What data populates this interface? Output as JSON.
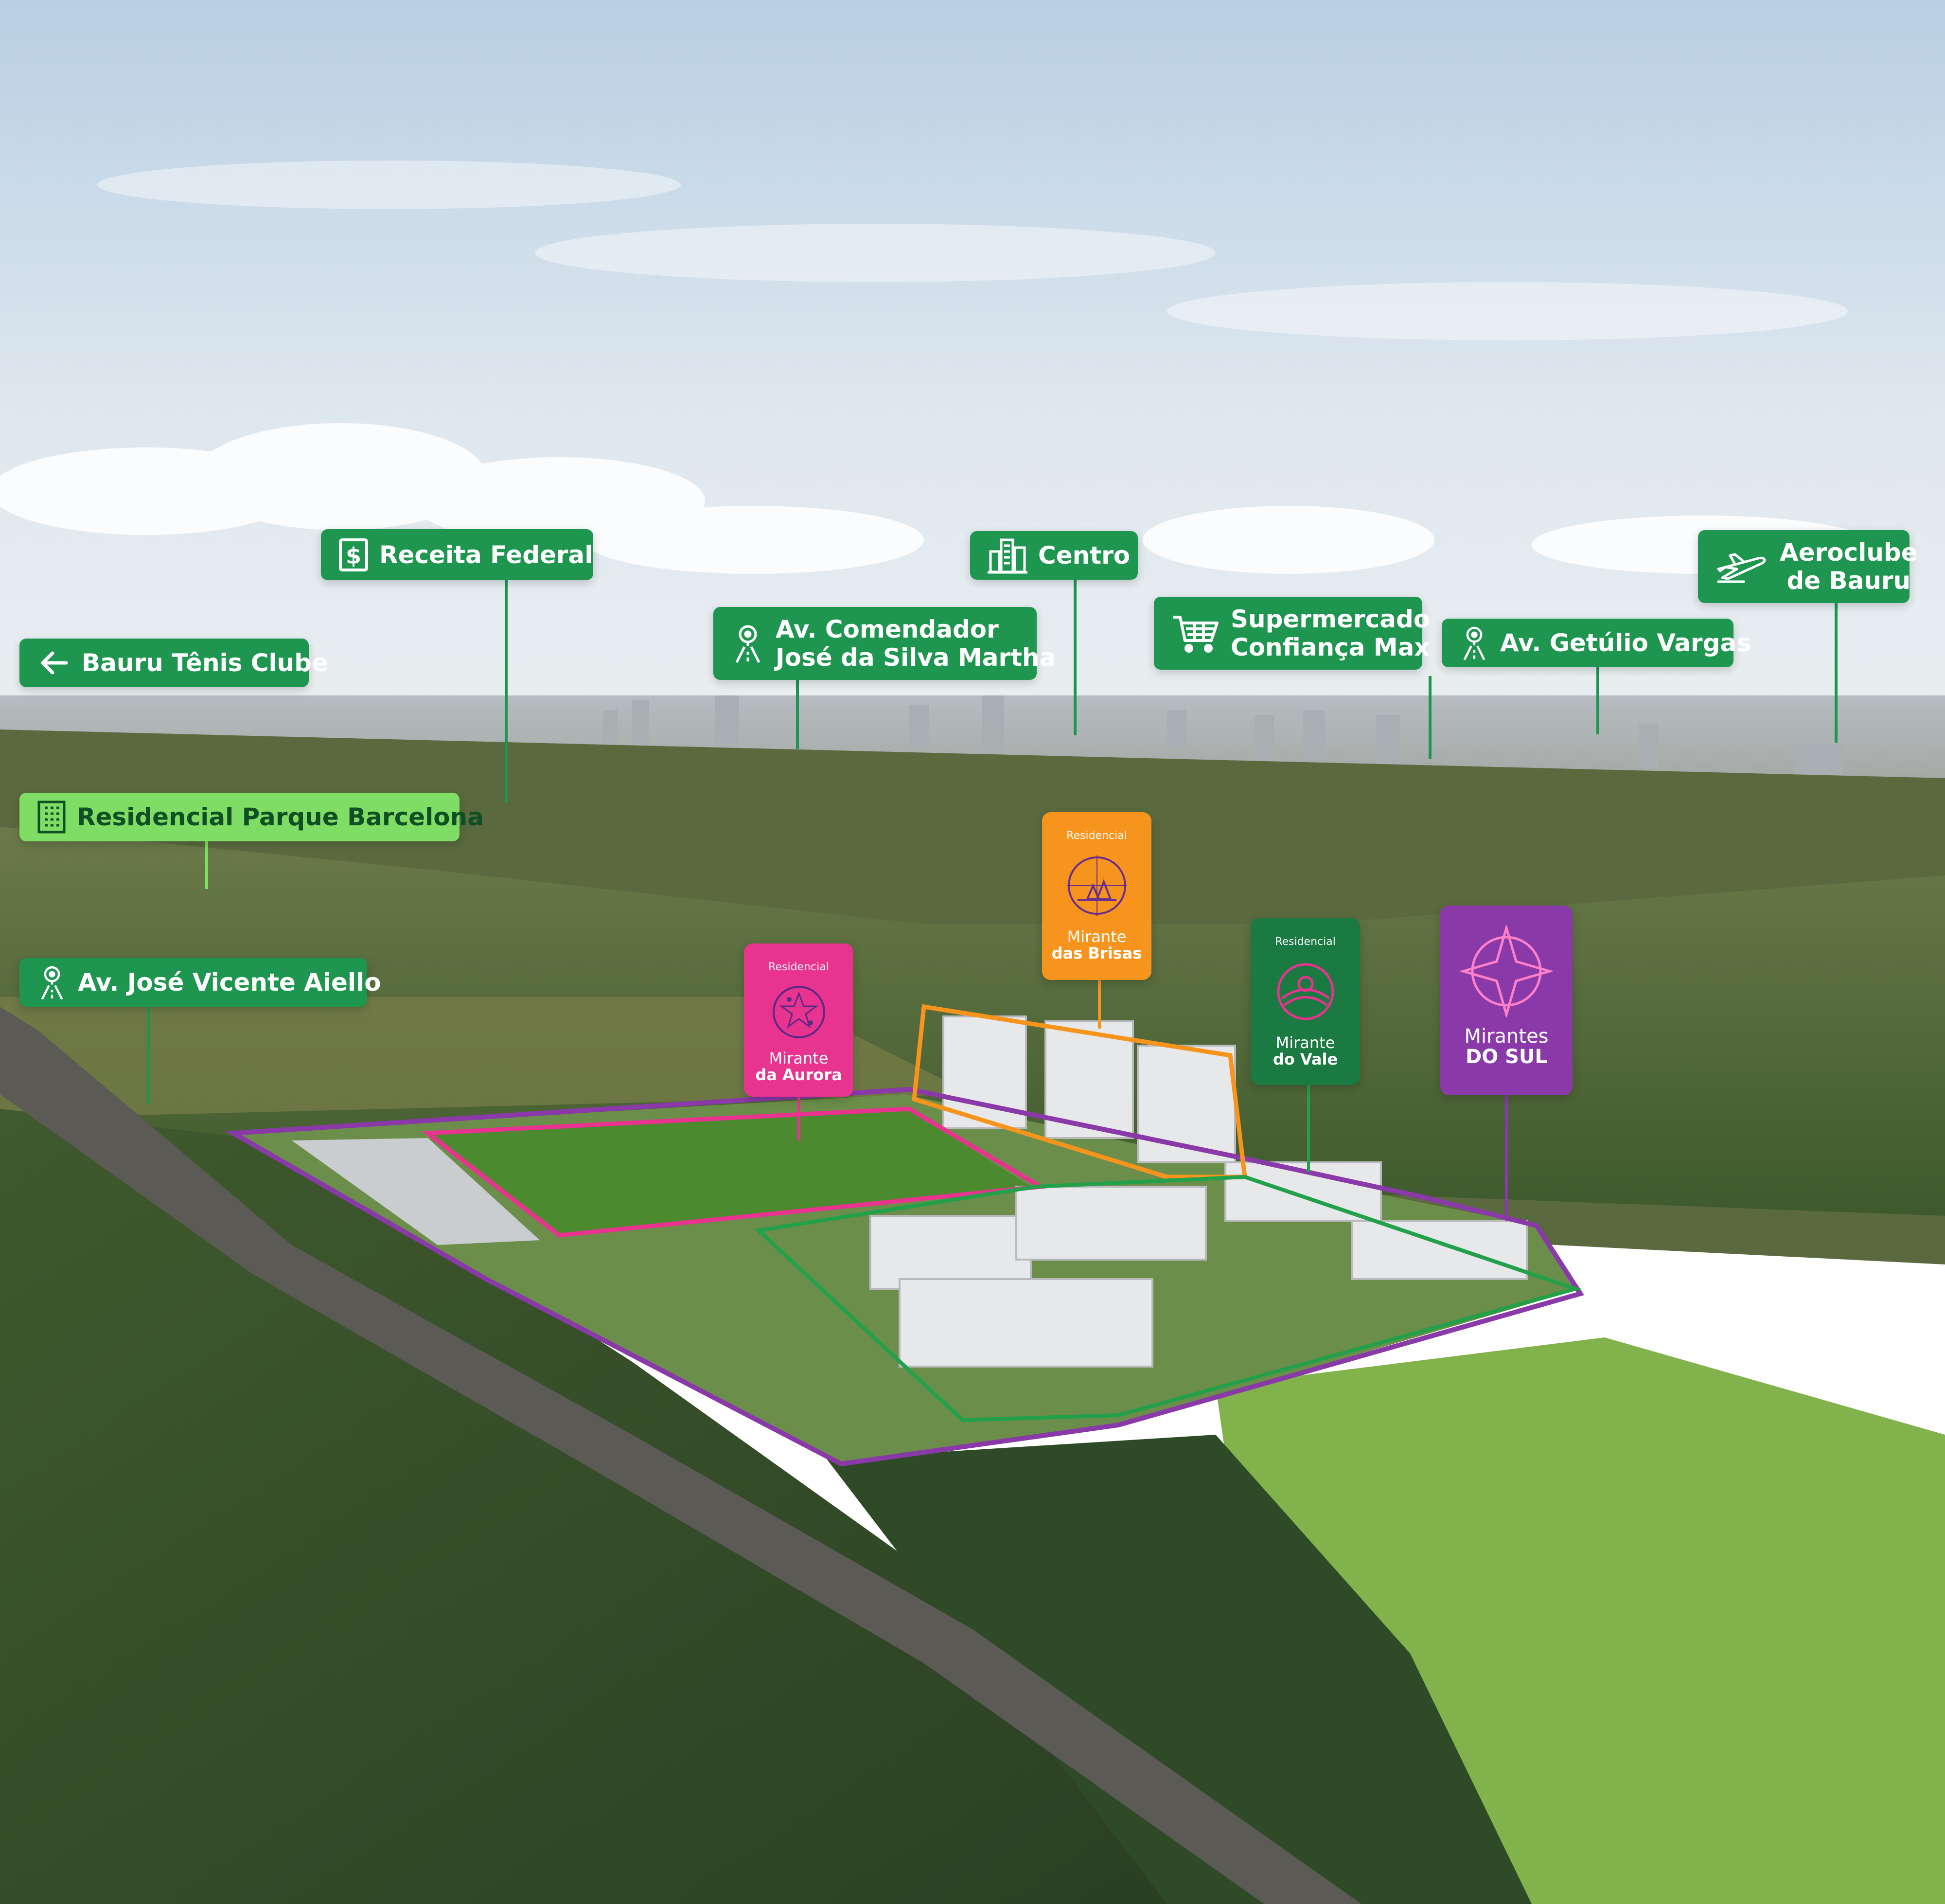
{
  "labels": {
    "bauru_tenis": "Bauru Tênis Clube",
    "receita": "Receita Federal",
    "centro": "Centro",
    "av_comendador_1": "Av. Comendador",
    "av_comendador_2": "José da Silva Martha",
    "supermercado_1": "Supermercado",
    "supermercado_2": "Confiança Max",
    "getulio": "Av. Getúlio Vargas",
    "aeroclube_1": "Aeroclube",
    "aeroclube_2": "de Bauru",
    "barcelona": "Residencial Parque Barcelona",
    "aiello": "Av. José Vicente Aiello"
  },
  "badges": {
    "aurora": {
      "small": "Residencial",
      "line1": "Mirante",
      "line2": "da Aurora",
      "color": "#e8338f"
    },
    "brisas": {
      "small": "Residencial",
      "line1": "Mirante",
      "line2": "das Brisas",
      "color": "#f7941d"
    },
    "vale": {
      "small": "Residencial",
      "line1": "Mirante",
      "line2": "do Vale",
      "color": "#1a7a42"
    },
    "sul": {
      "line1": "Mirantes",
      "line2": "DO SUL",
      "color": "#8a3aa8"
    }
  },
  "colors": {
    "label_green": "#1f9650",
    "label_light": "#7fdc64",
    "outline_purple": "#8a3aa8",
    "outline_pink": "#e8338f",
    "outline_orange": "#f7941d",
    "outline_green": "#23a04a"
  },
  "icons": {
    "bauru_tenis": "arrow-left-icon",
    "receita": "dollar-icon",
    "centro": "city-icon",
    "av_comendador": "road-pin-icon",
    "supermercado": "cart-icon",
    "getulio": "road-pin-icon",
    "aeroclube": "plane-icon",
    "barcelona": "building-icon",
    "aiello": "road-pin-icon"
  }
}
